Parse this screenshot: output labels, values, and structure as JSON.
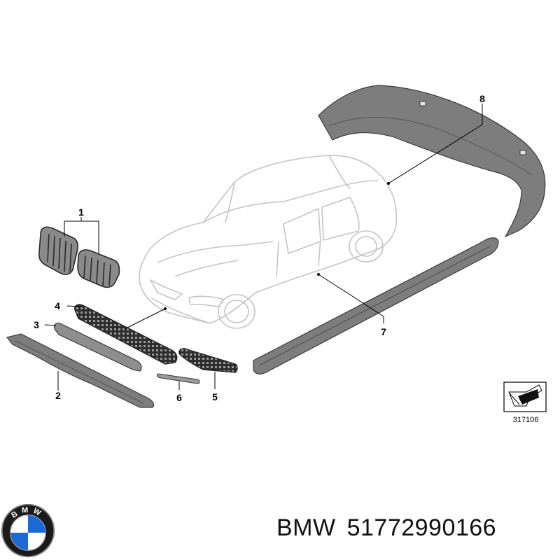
{
  "diagram": {
    "callouts": [
      "1",
      "2",
      "3",
      "4",
      "5",
      "6",
      "7",
      "8"
    ],
    "reference_number": "317106"
  },
  "footer": {
    "brand": "BMW",
    "part_number": "51772990166",
    "logo_letters": "BMW"
  },
  "colors": {
    "part_fill": "#7d7d7d",
    "part_dark": "#3c3c3c",
    "car_outline": "#c4c4c4",
    "logo_blue": "#1c69d4"
  }
}
